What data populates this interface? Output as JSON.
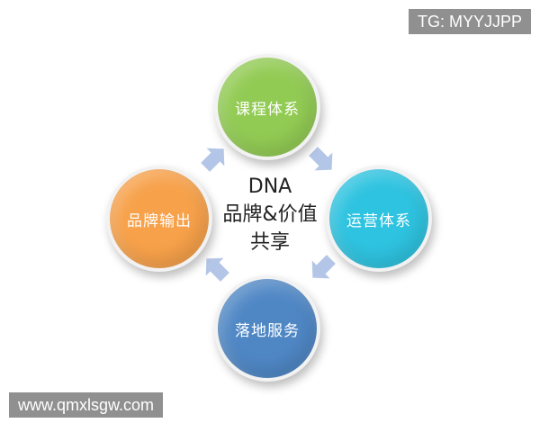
{
  "watermarks": {
    "top_right": "TG: MYYJJPP",
    "bottom_left": "www.qmxlsgw.com"
  },
  "center": {
    "lines": [
      "DNA",
      "品牌&价值",
      "共享"
    ]
  },
  "nodes": [
    {
      "id": "top",
      "label": "课程体系",
      "color": "#92cb54"
    },
    {
      "id": "right",
      "label": "运营体系",
      "color": "#2ec3e0"
    },
    {
      "id": "bottom",
      "label": "落地服务",
      "color": "#4f87c5"
    },
    {
      "id": "left",
      "label": "品牌输出",
      "color": "#f7a14a"
    }
  ],
  "arrow_color": "#b4c6e7",
  "arrow_icon": "block-arrow-icon"
}
